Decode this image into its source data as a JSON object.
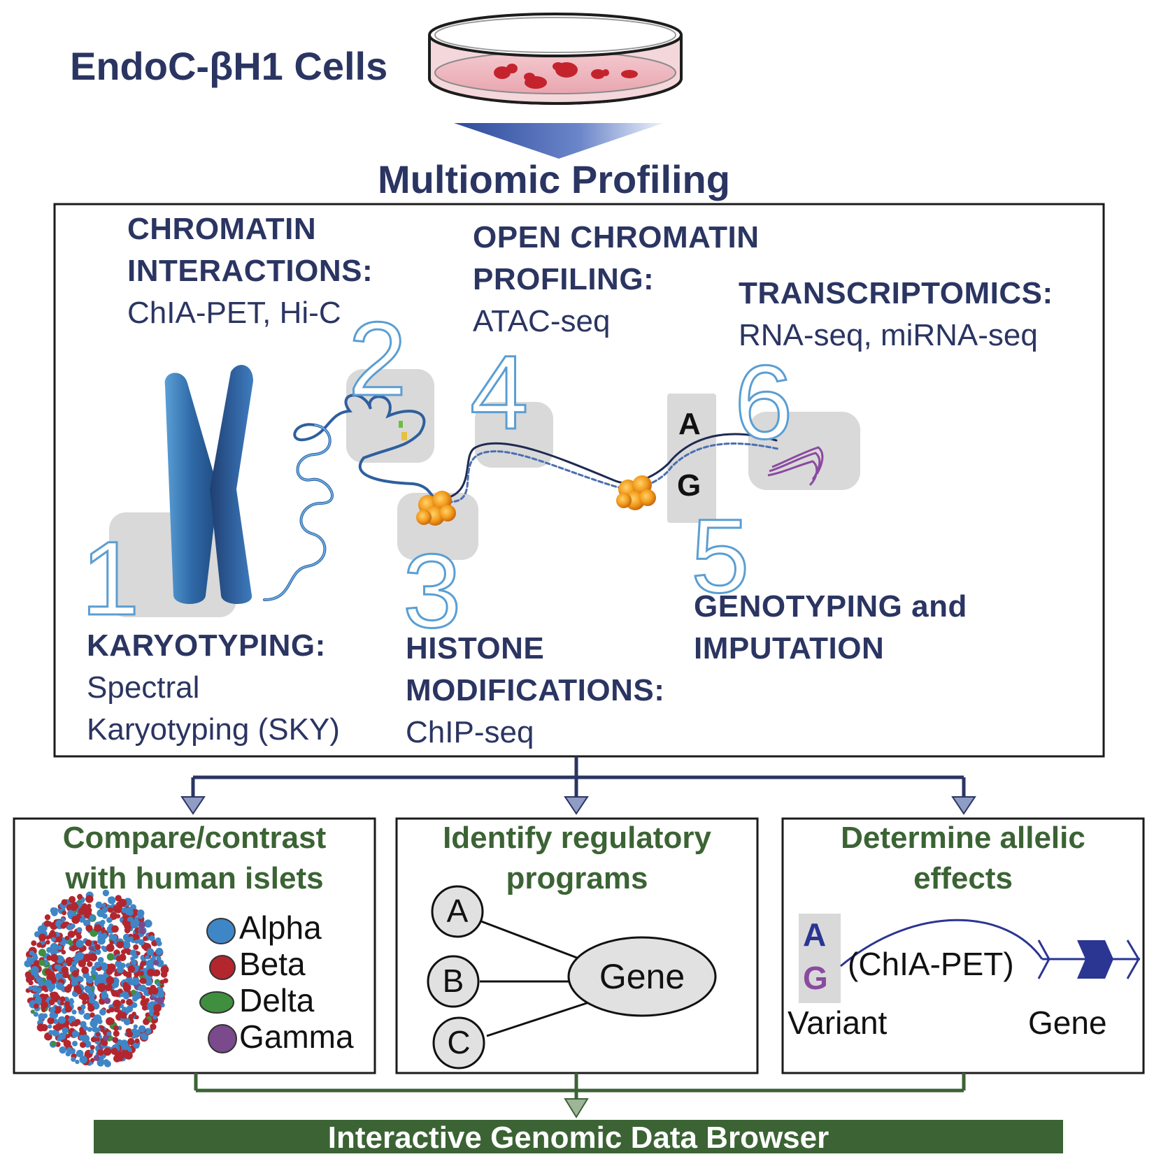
{
  "header": {
    "cells_title": "EndoC-βH1 Cells",
    "profiling_title": "Multiomic Profiling"
  },
  "steps": [
    {
      "number": "1",
      "heading": "KARYOTYPING:",
      "method_line1": "Spectral",
      "method_line2": "Karyotyping (SKY)"
    },
    {
      "number": "2",
      "heading_line1": "CHROMATIN",
      "heading_line2": "INTERACTIONS:",
      "method": "ChIA-PET, Hi-C"
    },
    {
      "number": "3",
      "heading_line1": "HISTONE",
      "heading_line2": "MODIFICATIONS:",
      "method": "ChIP-seq"
    },
    {
      "number": "4",
      "heading_line1": "OPEN CHROMATIN",
      "heading_line2": "PROFILING:",
      "method": "ATAC-seq"
    },
    {
      "number": "5",
      "heading_line1": "GENOTYPING and",
      "heading_line2": "IMPUTATION"
    },
    {
      "number": "6",
      "heading": "TRANSCRIPTOMICS:",
      "method": "RNA-seq, miRNA-seq"
    }
  ],
  "alleles": {
    "top": "A",
    "bottom": "G"
  },
  "outputs": {
    "compare": {
      "title_line1": "Compare/contrast",
      "title_line2": "with human islets",
      "legend": [
        {
          "label": "Alpha",
          "color": "#3f86c6"
        },
        {
          "label": "Beta",
          "color": "#b3262e"
        },
        {
          "label": "Delta",
          "color": "#3f8f3f"
        },
        {
          "label": "Gamma",
          "color": "#7a4a8c"
        }
      ]
    },
    "regulatory": {
      "title_line1": "Identify regulatory",
      "title_line2": "programs",
      "nodes": [
        "A",
        "B",
        "C"
      ],
      "gene": "Gene"
    },
    "allelic": {
      "title_line1": "Determine allelic",
      "title_line2": "effects",
      "allele_top": "A",
      "allele_bottom": "G",
      "link_label": "(ChIA-PET)",
      "variant_label": "Variant",
      "gene_label": "Gene"
    }
  },
  "browser": {
    "label": "Interactive Genomic Data Browser"
  },
  "colors": {
    "navy": "#2b3562",
    "green": "#3b6334",
    "step_number": "#5a9ed3",
    "gray_panel": "#d9d9d9"
  }
}
